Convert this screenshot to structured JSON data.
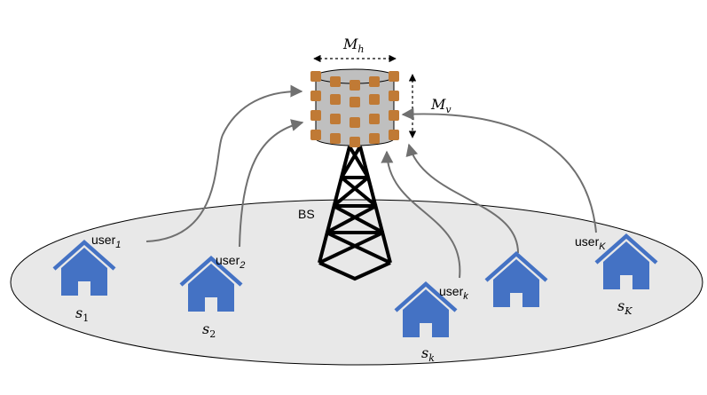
{
  "colors": {
    "house": "#4472c4",
    "element": "#c07a35",
    "array_body": "#bfbfbf",
    "coverage": "#e8e8e8",
    "arrow": "#707070",
    "tower": "#000000"
  },
  "labels": {
    "bs": "BS",
    "mh_base": "M",
    "mh_sub": "h",
    "mv_base": "M",
    "mv_sub": "v",
    "user_text": "user",
    "user1_sub": "1",
    "user2_sub": "2",
    "userk_sub": "k",
    "userK_sub": "K",
    "s_base": "s",
    "s1_sub": "1",
    "s2_sub": "2",
    "sk_sub": "k",
    "sK_sub": "K"
  },
  "icons": {
    "house": "house-icon",
    "tower": "tower-icon",
    "antenna_element": "antenna-element-icon"
  }
}
